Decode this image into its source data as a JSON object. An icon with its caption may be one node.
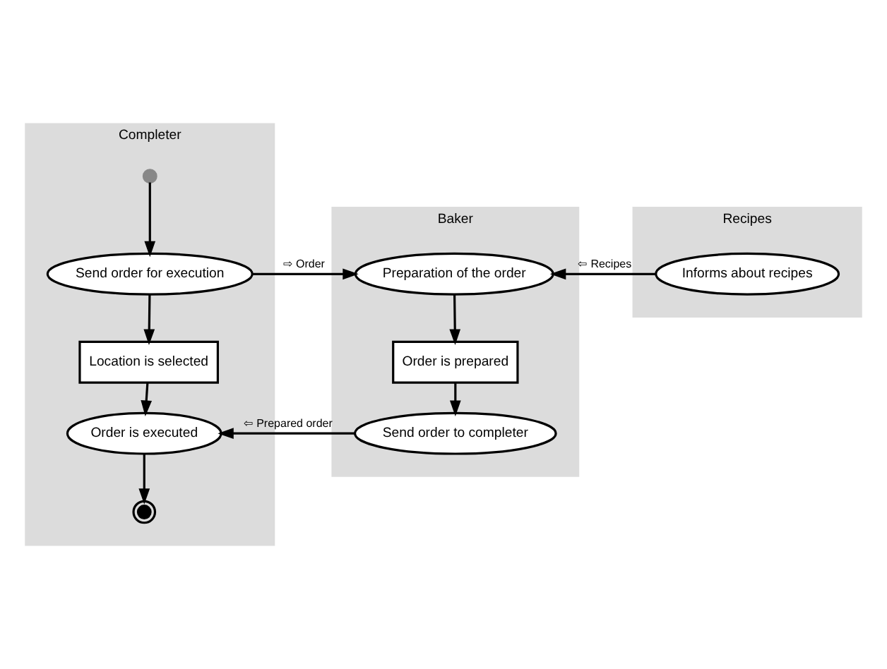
{
  "diagram": {
    "nodes": [
      {
        "text": [
          "Completer"
        ]
      },
      {
        "text": [],
        "shape": "circle",
        "in": 0
      },
      {
        "text": [
          "Send order for execution"
        ],
        "in": 0
      },
      {
        "text": [
          "Location is selected"
        ],
        "in": 0
      },
      {
        "text": [
          "Order is executed"
        ],
        "in": 0
      },
      {
        "text": [],
        "shape": "circle",
        "in": 0
      },
      {
        "text": [
          "Baker"
        ]
      },
      {
        "text": [
          "Preparation of the order"
        ],
        "in": 6
      },
      {
        "text": [
          "Order is prepared"
        ],
        "in": 6
      },
      {
        "text": [
          "Send order to completer"
        ],
        "in": 6
      },
      {
        "text": [
          "Recipes"
        ]
      },
      {
        "text": [
          "Informs about recipes"
        ],
        "in": 10
      }
    ],
    "edges": [
      {
        "from": 1,
        "to": 2,
        "arrow": "to"
      },
      {
        "from": 2,
        "to": 3,
        "arrow": "to"
      },
      {
        "from": 3,
        "to": 4,
        "arrow": "to"
      },
      {
        "from": 4,
        "to": 5,
        "arrow": "to"
      },
      {
        "from": 2,
        "to": 7,
        "arrow": "to",
        "label": "⇨ Order"
      },
      {
        "from": 11,
        "to": 7,
        "arrow": "to",
        "label": "⇦ Recipes"
      },
      {
        "from": 7,
        "to": 8,
        "arrow": "to"
      },
      {
        "from": 8,
        "to": 9,
        "arrow": "to"
      },
      {
        "from": 9,
        "to": 4,
        "arrow": "to",
        "label": "⇦ Prepared order"
      }
    ]
  }
}
